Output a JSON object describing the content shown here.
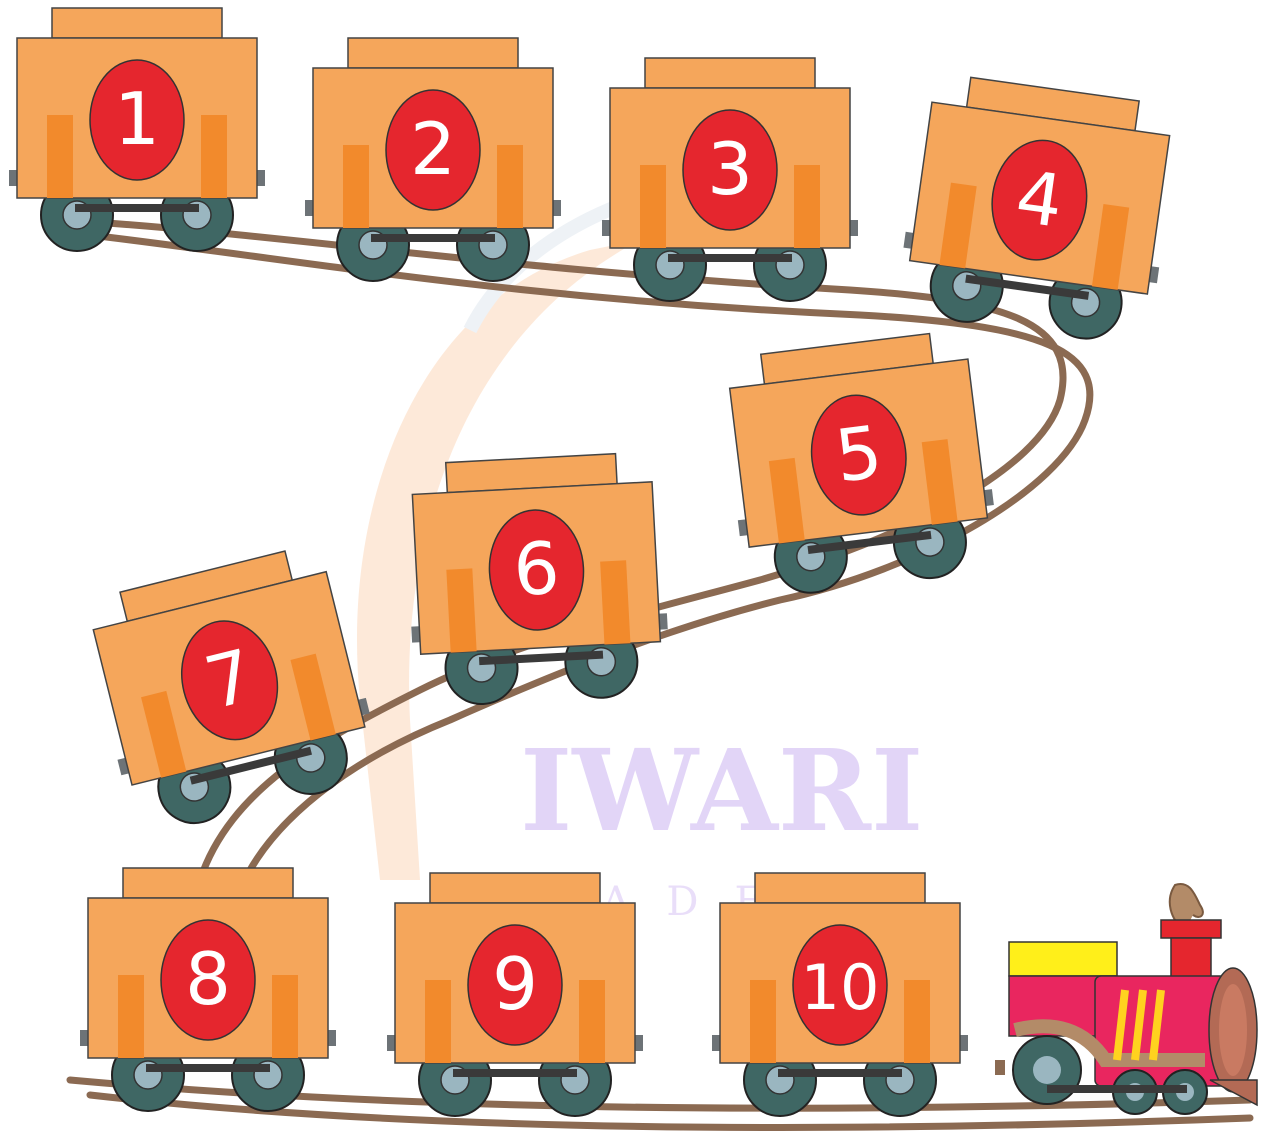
{
  "watermark": {
    "line1": "IWARI",
    "line2": "ACADEMY",
    "line1_color": "#d9c8f5",
    "line2_color": "#e2d3f8"
  },
  "palette": {
    "wagon_body": "#f5a65b",
    "wagon_stripe": "#f28a2c",
    "number_badge": "#e5262e",
    "number_text": "#ffffff",
    "wheel": "#3f6764",
    "hub": "#9ab6c0",
    "track": "#8b6a52",
    "engine_body": "#e9265f",
    "engine_roof": "#ffef1a",
    "engine_chimney": "#e5262e",
    "engine_stripes": "#ffd21f"
  },
  "wagons": [
    {
      "label": "1"
    },
    {
      "label": "2"
    },
    {
      "label": "3"
    },
    {
      "label": "4"
    },
    {
      "label": "5"
    },
    {
      "label": "6"
    },
    {
      "label": "7"
    },
    {
      "label": "8"
    },
    {
      "label": "9"
    },
    {
      "label": "10"
    }
  ],
  "engine": {
    "icon": "locomotive-icon"
  }
}
